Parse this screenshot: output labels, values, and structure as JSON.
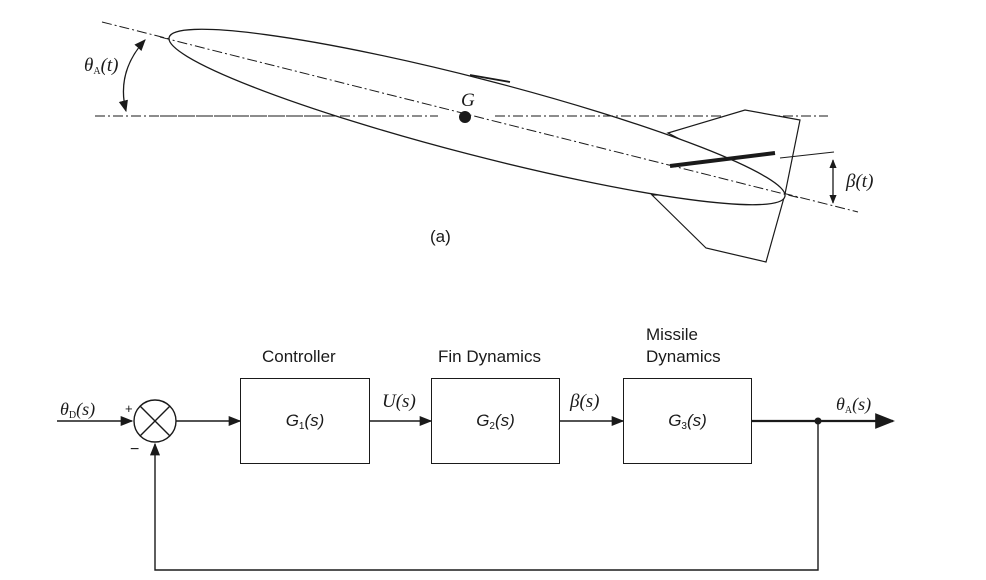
{
  "missile_figure": {
    "caption": "(a)",
    "cg_label": "G",
    "pitch_angle": {
      "symbol": "θ",
      "sub": "A",
      "arg": "(t)"
    },
    "fin_angle": {
      "symbol": "β",
      "arg": "(t)"
    }
  },
  "block_diagram": {
    "input": {
      "symbol": "θ",
      "sub": "D",
      "arg": "(s)"
    },
    "plus_sign": "+",
    "minus_sign": "−",
    "blocks": [
      {
        "title": "Controller",
        "tf": "G",
        "sub": "1",
        "arg": "(s)"
      },
      {
        "title": "Fin Dynamics",
        "tf": "G",
        "sub": "2",
        "arg": "(s)"
      },
      {
        "title_line1": "Missile",
        "title_line2": "Dynamics",
        "tf": "G",
        "sub": "3",
        "arg": "(s)"
      }
    ],
    "signals": {
      "u": "U(s)",
      "beta": "β(s)",
      "output": {
        "symbol": "θ",
        "sub": "A",
        "arg": "(s)"
      }
    }
  },
  "colors": {
    "ink": "#1a1a1a",
    "background": "#ffffff"
  }
}
